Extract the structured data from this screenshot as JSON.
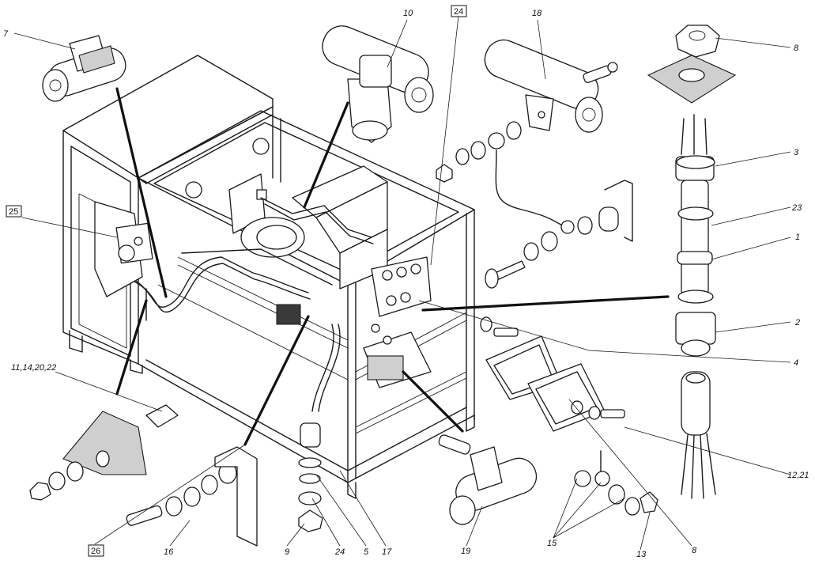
{
  "callouts": [
    {
      "id": "c7",
      "text": "7"
    },
    {
      "id": "c10",
      "text": "10"
    },
    {
      "id": "c24top",
      "text": "24",
      "boxed": true
    },
    {
      "id": "c18",
      "text": "18"
    },
    {
      "id": "c8top",
      "text": "8"
    },
    {
      "id": "c3",
      "text": "3"
    },
    {
      "id": "c23",
      "text": "23"
    },
    {
      "id": "c1",
      "text": "1"
    },
    {
      "id": "c2",
      "text": "2"
    },
    {
      "id": "c4",
      "text": "4"
    },
    {
      "id": "c25",
      "text": "25",
      "boxed": true
    },
    {
      "id": "c11",
      "text": "11,14,20,22"
    },
    {
      "id": "c12",
      "text": "12,21"
    },
    {
      "id": "c8bot",
      "text": "8"
    },
    {
      "id": "c13",
      "text": "13"
    },
    {
      "id": "c15",
      "text": "15"
    },
    {
      "id": "c19",
      "text": "19"
    },
    {
      "id": "c17",
      "text": "17"
    },
    {
      "id": "c5",
      "text": "5"
    },
    {
      "id": "c24bot",
      "text": "24"
    },
    {
      "id": "c9",
      "text": "9"
    },
    {
      "id": "c16",
      "text": "16"
    },
    {
      "id": "c26",
      "text": "26",
      "boxed": true
    }
  ]
}
